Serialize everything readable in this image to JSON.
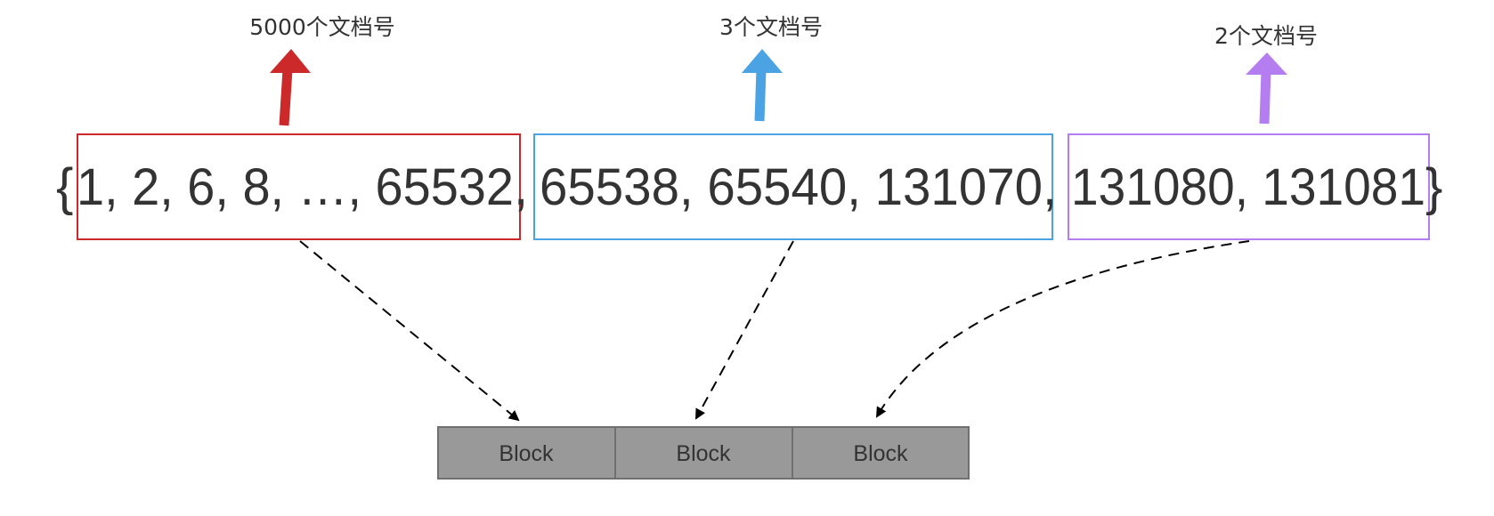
{
  "groups": [
    {
      "label": "5000个文档号",
      "color": "#cc2a2a"
    },
    {
      "label": "3个文档号",
      "color": "#4ba3e3"
    },
    {
      "label": "2个文档号",
      "color": "#b57ef0"
    }
  ],
  "sequence": {
    "open_brace": "{",
    "part1": "1, 2, 6, 8, …, 65532",
    "sep1": ",",
    "part2": "65538, 65540, 131070",
    "sep2": ",",
    "part3": "131080, 131081",
    "close_brace": "}"
  },
  "blocks": [
    {
      "label": "Block"
    },
    {
      "label": "Block"
    },
    {
      "label": "Block"
    }
  ],
  "colors": {
    "text": "#333333",
    "block_fill": "#999999",
    "block_border": "#707070",
    "arrow_line": "#000000"
  },
  "icons": {
    "count_arrow": "up-arrow-icon",
    "mapping_arrow": "dashed-arrow-icon"
  }
}
